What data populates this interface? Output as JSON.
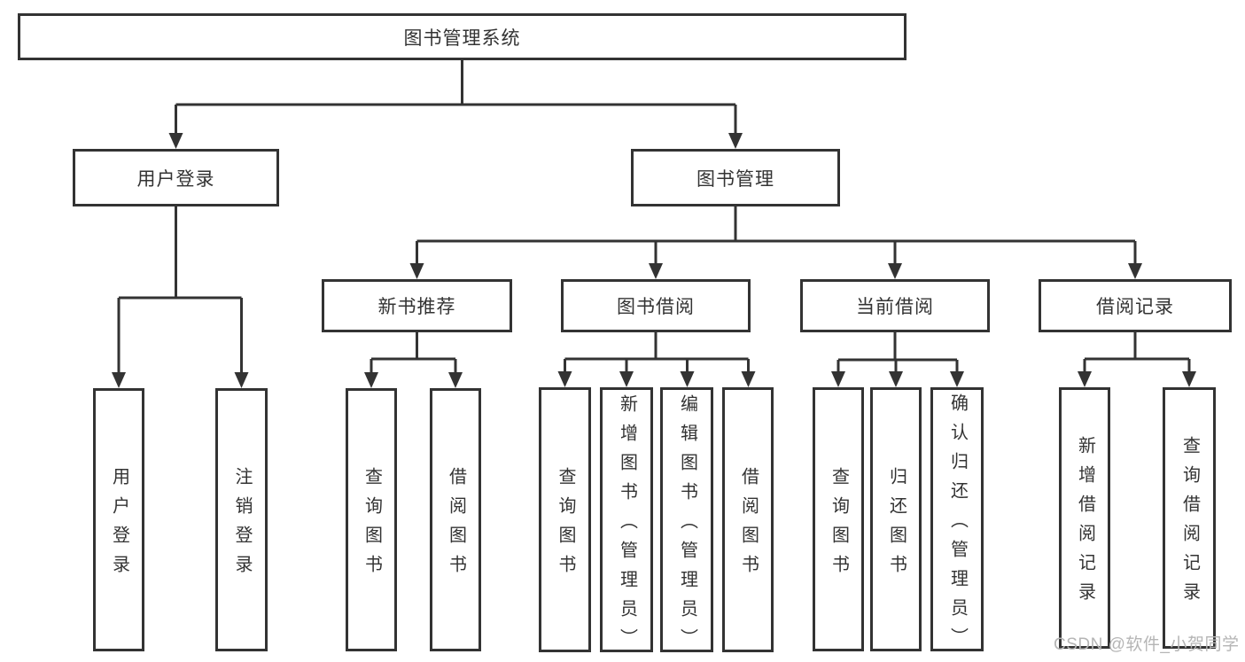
{
  "diagram": {
    "type": "tree",
    "labels": {
      "root": "图书管理系统",
      "user_login": "用户登录",
      "book_mgmt": "图书管理",
      "login": "用户登录",
      "logout": "注销登录",
      "new_book_rec": "新书推荐",
      "book_borrow": "图书借阅",
      "current_borrow": "当前借阅",
      "borrow_record": "借阅记录",
      "nbr_query": "查询图书",
      "nbr_borrow": "借阅图书",
      "bb_query": "查询图书",
      "bb_add": "新增图书（管理员）",
      "bb_edit": "编辑图书（管理员）",
      "bb_borrow": "借阅图书",
      "cb_query": "查询图书",
      "cb_return": "归还图书",
      "cb_confirm": "确认归还（管理员）",
      "br_add": "新增借阅记录",
      "br_query": "查询借阅记录"
    },
    "edges": [
      [
        "root",
        "user_login"
      ],
      [
        "root",
        "book_mgmt"
      ],
      [
        "user_login",
        "login"
      ],
      [
        "user_login",
        "logout"
      ],
      [
        "book_mgmt",
        "new_book_rec"
      ],
      [
        "book_mgmt",
        "book_borrow"
      ],
      [
        "book_mgmt",
        "current_borrow"
      ],
      [
        "book_mgmt",
        "borrow_record"
      ],
      [
        "new_book_rec",
        "nbr_query"
      ],
      [
        "new_book_rec",
        "nbr_borrow"
      ],
      [
        "book_borrow",
        "bb_query"
      ],
      [
        "book_borrow",
        "bb_add"
      ],
      [
        "book_borrow",
        "bb_edit"
      ],
      [
        "book_borrow",
        "bb_borrow"
      ],
      [
        "current_borrow",
        "cb_query"
      ],
      [
        "current_borrow",
        "cb_return"
      ],
      [
        "current_borrow",
        "cb_confirm"
      ],
      [
        "borrow_record",
        "br_add"
      ],
      [
        "borrow_record",
        "br_query"
      ]
    ],
    "colors": {
      "line": "#333333",
      "box_border": "#333333",
      "text": "#333333",
      "watermark_text": "#b5b5b5",
      "background": "#ffffff"
    }
  },
  "watermark": {
    "text": "CSDN @软件_小贺同学"
  }
}
